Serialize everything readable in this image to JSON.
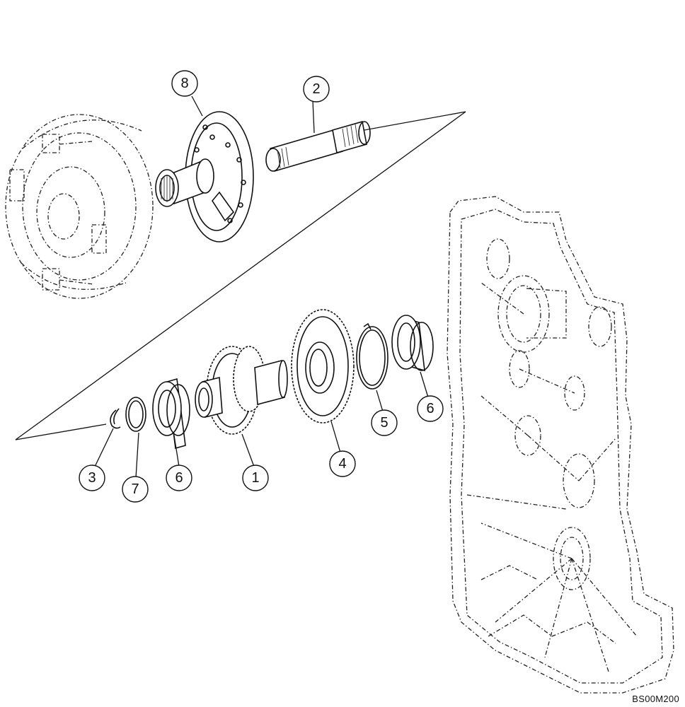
{
  "callouts": [
    {
      "id": "callout-1",
      "label": "1"
    },
    {
      "id": "callout-2",
      "label": "2"
    },
    {
      "id": "callout-3",
      "label": "3"
    },
    {
      "id": "callout-4",
      "label": "4"
    },
    {
      "id": "callout-5",
      "label": "5"
    },
    {
      "id": "callout-6a",
      "label": "6"
    },
    {
      "id": "callout-6b",
      "label": "6"
    },
    {
      "id": "callout-7",
      "label": "7"
    },
    {
      "id": "callout-8",
      "label": "8"
    }
  ],
  "reference_code": "BS00M200"
}
